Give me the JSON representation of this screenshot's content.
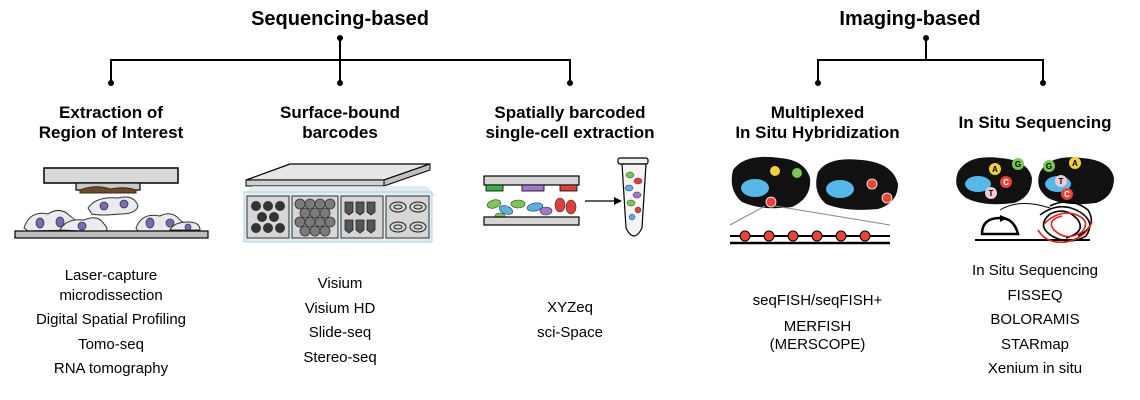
{
  "groups": [
    {
      "title": "Sequencing-based",
      "categories": [
        {
          "title_lines": [
            "Extraction of",
            "Region of Interest"
          ],
          "methods": [
            "Laser-capture",
            "microdissection",
            "Digital Spatial Profiling",
            "Tomo-seq",
            "RNA tomography"
          ]
        },
        {
          "title_lines": [
            "Surface-bound",
            "barcodes"
          ],
          "methods": [
            "Visium",
            "Visium HD",
            "Slide-seq",
            "Stereo-seq"
          ]
        },
        {
          "title_lines": [
            "Spatially barcoded",
            "single-cell extraction"
          ],
          "methods": [
            "XYZeq",
            "sci-Space"
          ]
        }
      ]
    },
    {
      "title": "Imaging-based",
      "categories": [
        {
          "title_lines": [
            "Multiplexed",
            "In Situ Hybridization"
          ],
          "methods": [
            "seqFISH/seqFISH+",
            "MERFISH",
            "(MERSCOPE)"
          ]
        },
        {
          "title_lines": [
            "In Situ Sequencing"
          ],
          "methods": [
            "In Situ Sequencing",
            "FISSEQ",
            "BOLORAMIS",
            "STARmap",
            "Xenium in situ"
          ]
        }
      ]
    }
  ],
  "illustrations": {
    "extraction": "laser-capture-microscope-illustration",
    "surface": "barcoded-slide-illustration",
    "single_cell": "barcoded-wells-and-tube-illustration",
    "hybridization": "fish-cells-and-probe-illustration",
    "sequencing": "rolling-circle-amplification-illustration"
  },
  "ish_bases": [
    "T",
    "C",
    "A",
    "G",
    "A",
    "T",
    "C"
  ],
  "colors": {
    "cell_fill": "#111111",
    "nucleus": "#55b8e8",
    "spot_red": "#e8443a",
    "spot_yellow": "#f2d03c",
    "spot_green": "#7cc653",
    "barcode_green": "#3cb04a",
    "barcode_purple": "#a477cc",
    "barcode_red": "#e0403a",
    "bead_gray": "#6f6f6f"
  }
}
